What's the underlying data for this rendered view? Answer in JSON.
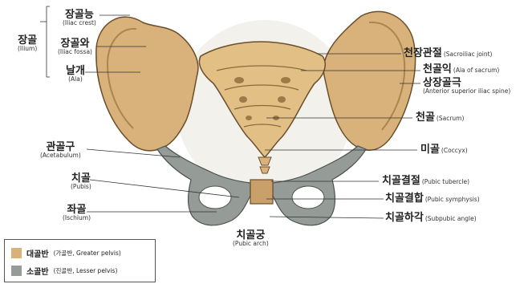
{
  "colors": {
    "greater_pelvis": "#d8b27a",
    "lesser_pelvis": "#959b96",
    "bone_outline": "#6b4e2a",
    "leader_line": "#333333"
  },
  "labels": {
    "ilium": {
      "ko": "장골",
      "en": "(Ilium)"
    },
    "iliac_crest": {
      "ko": "장골능",
      "en": "(Iliac crest)"
    },
    "iliac_fossa": {
      "ko": "장골와",
      "en": "(Iliac fossa)"
    },
    "ala": {
      "ko": "날개",
      "en": "(Ala)"
    },
    "acetabulum": {
      "ko": "관골구",
      "en": "(Acetabulum)"
    },
    "pubis": {
      "ko": "치골",
      "en": "(Pubis)"
    },
    "ischium": {
      "ko": "좌골",
      "en": "(Ischium)"
    },
    "pubic_arch": {
      "ko": "치골궁",
      "en": "(Pubic arch)"
    },
    "sacroiliac_joint": {
      "ko": "천장관절",
      "en": "(Sacroiliac joint)"
    },
    "ala_of_sacrum": {
      "ko": "천골익",
      "en": "(Ala of sacrum)"
    },
    "asis": {
      "ko": "상장골극",
      "en": "(Anterior superior iliac spine)"
    },
    "sacrum": {
      "ko": "천골",
      "en": "(Sacrum)"
    },
    "coccyx": {
      "ko": "미골",
      "en": "(Coccyx)"
    },
    "pubic_tubercle": {
      "ko": "치골결절",
      "en": "(Pubic tubercle)"
    },
    "pubic_symphysis": {
      "ko": "치골결합",
      "en": "(Pubic symphysis)"
    },
    "subpubic_angle": {
      "ko": "치골하각",
      "en": "(Subpubic angle)"
    }
  },
  "legend": {
    "greater": {
      "ko": "대골반",
      "detail": "(가골반, Greater pelvis)"
    },
    "lesser": {
      "ko": "소골반",
      "detail": "(진골반, Lesser pelvis)"
    }
  }
}
